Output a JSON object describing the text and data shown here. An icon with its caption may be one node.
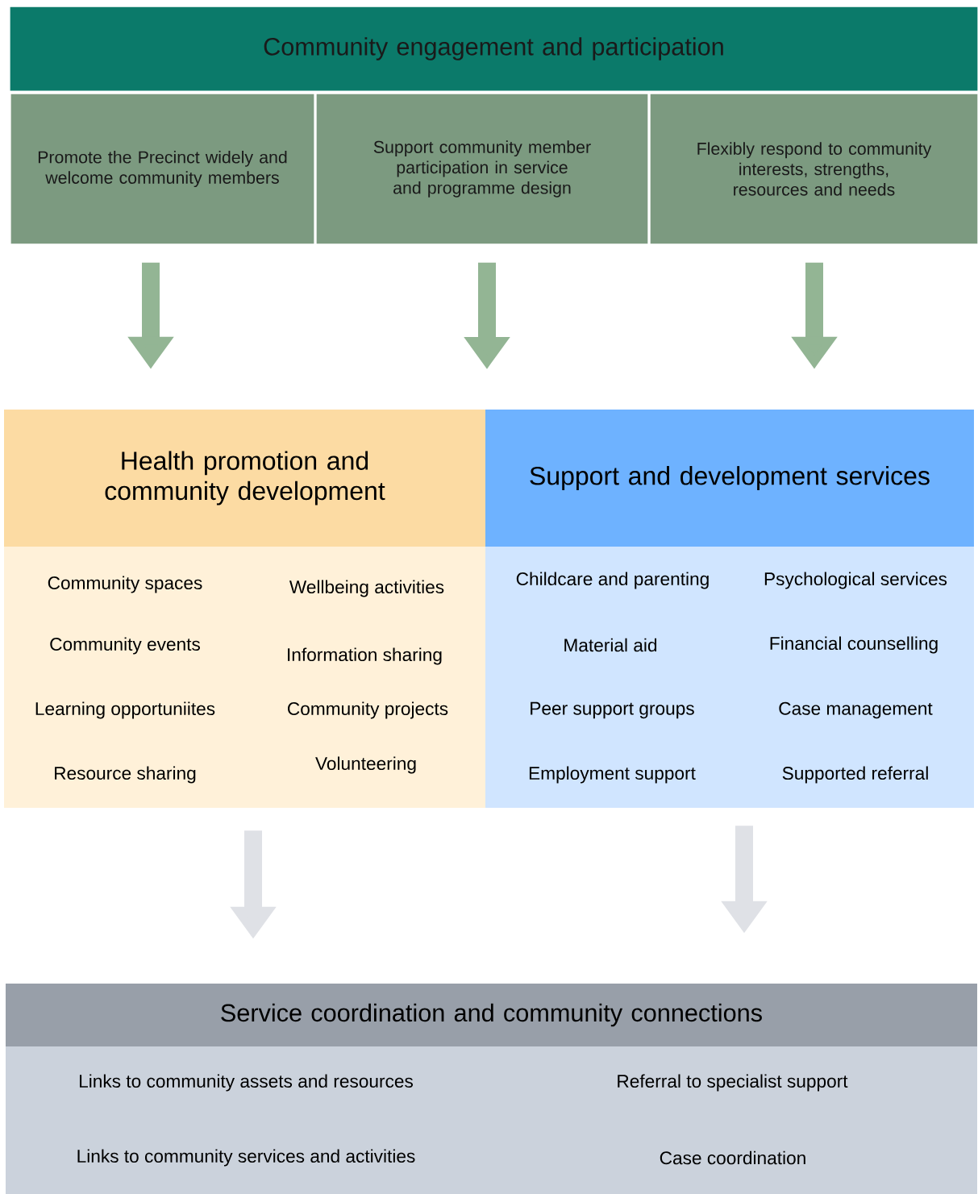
{
  "diagram": {
    "nodes": [
      {
        "text": [
          "Community engagement and participation"
        ]
      },
      {
        "text": [
          "Promote the Precinct widely and welcome community members"
        ]
      },
      {
        "text": [
          "Support community member participation in service and programme design"
        ]
      },
      {
        "text": [
          "Flexibly respond to community interests, strengths, resources and needs"
        ]
      },
      {
        "text": [
          "Health promotion and community development",
          "Community spaces",
          "Wellbeing activities",
          "Community events",
          "Information sharing",
          "Learning opportuniites",
          "Community projects",
          "Resource sharing",
          "Volunteering"
        ]
      },
      {
        "text": [
          "Support and development services",
          "Childcare and parenting",
          "Psychological services",
          "Material aid",
          "Financial counselling",
          "Peer support groups",
          "Case management",
          "Employment support",
          "Supported referral"
        ]
      },
      {
        "text": [
          "Service coordination and community connections",
          "Links to community assets and resources",
          "Referral to specialist support",
          "Links to community services and activities",
          "Case coordination"
        ]
      }
    ],
    "edges": [
      {
        "from": 1,
        "to": 4,
        "arrow": "to"
      },
      {
        "from": 2,
        "to": null,
        "arrow": "to"
      },
      {
        "from": 3,
        "to": 5,
        "arrow": "to"
      },
      {
        "from": 4,
        "to": 6,
        "arrow": "to",
        "color": "#dfe1e6"
      },
      {
        "from": 5,
        "to": 6,
        "arrow": "to",
        "color": "#dfe1e6"
      }
    ]
  }
}
